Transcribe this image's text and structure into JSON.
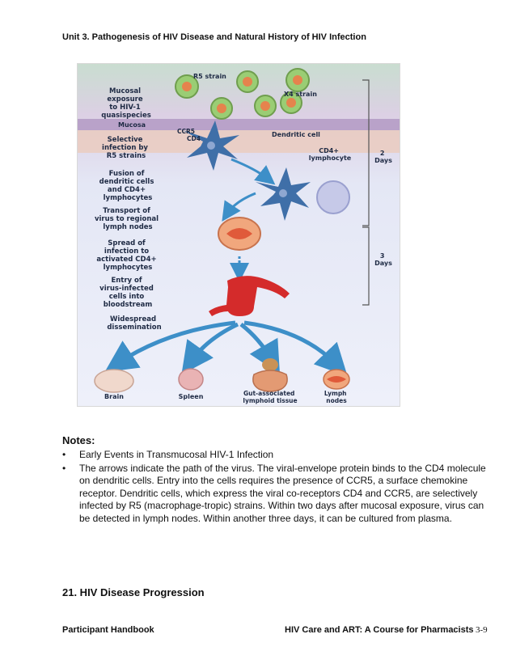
{
  "header": {
    "title": "Unit 3. Pathogenesis of HIV Disease and Natural History  of HIV Infection"
  },
  "figure": {
    "labels": {
      "r5_strain": "R5 strain",
      "x4_strain": "X4 strain",
      "mucosal_exposure": [
        "Mucosal",
        "exposure",
        "to HIV-1",
        "quasispecies"
      ],
      "mucosa": "Mucosa",
      "ccr5": "CCR5",
      "cd4": "CD4",
      "dendritic_cell": "Dendritic cell",
      "selective_infection": [
        "Selective",
        "infection by",
        "R5 strains"
      ],
      "cd4_lymphocyte": [
        "CD4+",
        "lymphocyte"
      ],
      "two_days": [
        "2",
        "Days"
      ],
      "fusion": [
        "Fusion of",
        "dendritic cells",
        "and CD4+",
        "lymphocytes"
      ],
      "transport": [
        "Transport of",
        "virus to regional",
        "lymph nodes"
      ],
      "spread": [
        "Spread of",
        "infection to",
        "activated CD4+",
        "lymphocytes"
      ],
      "three_days": [
        "3",
        "Days"
      ],
      "entry": [
        "Entry of",
        "virus-infected",
        "cells into",
        "bloodstream"
      ],
      "widespread": [
        "Widespread",
        "dissemination"
      ],
      "brain": "Brain",
      "spleen": "Spleen",
      "gut": [
        "Gut-associated",
        "lymphoid tissue"
      ],
      "lymph_nodes": [
        "Lymph",
        "nodes"
      ]
    }
  },
  "notes": {
    "title": "Notes:",
    "items": [
      "Early Events in Transmucosal HIV-1 Infection",
      "The arrows indicate the path of the virus. The viral-envelope protein binds to the CD4 molecule on dendritic cells. Entry into the cells requires the presence of CCR5, a surface chemokine receptor. Dendritic cells, which express the viral co-receptors CD4 and CCR5, are selectively infected by R5 (macrophage-tropic) strains. Within two days after mucosal exposure, virus can be detected in lymph nodes. Within another three days, it can be cultured from plasma."
    ]
  },
  "section": {
    "title": "21. HIV Disease Progression"
  },
  "footer": {
    "left": "Participant Handbook",
    "right": "HIV Care and ART: A Course  for Pharmacists",
    "page": "3-9"
  }
}
